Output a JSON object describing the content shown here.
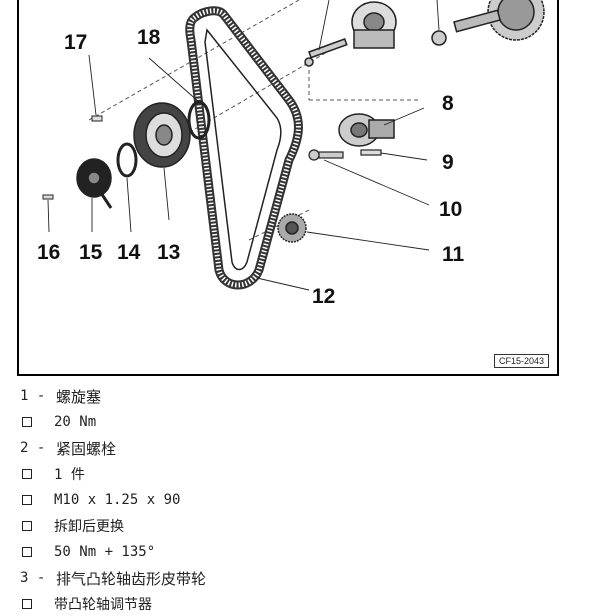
{
  "figure": {
    "code": "CF15-2043",
    "callouts": {
      "c17": "17",
      "c18": "18",
      "c8": "8",
      "c9": "9",
      "c10": "10",
      "c11": "11",
      "c12": "12",
      "c13": "13",
      "c14": "14",
      "c15": "15",
      "c16": "16"
    }
  },
  "legend": {
    "r1": {
      "num": "1 -",
      "text": "螺旋塞"
    },
    "r2": {
      "text": "20 Nm"
    },
    "r3": {
      "num": "2 -",
      "text": "紧固螺栓"
    },
    "r4": {
      "text": "1 件"
    },
    "r5": {
      "text": "M10 x 1.25 x 90"
    },
    "r6": {
      "text": "拆卸后更换"
    },
    "r7": {
      "text": "50 Nm + 135°"
    },
    "r8": {
      "num": "3 -",
      "text": "排气凸轮轴齿形皮带轮"
    },
    "r9": {
      "text": "带凸轮轴调节器"
    }
  }
}
